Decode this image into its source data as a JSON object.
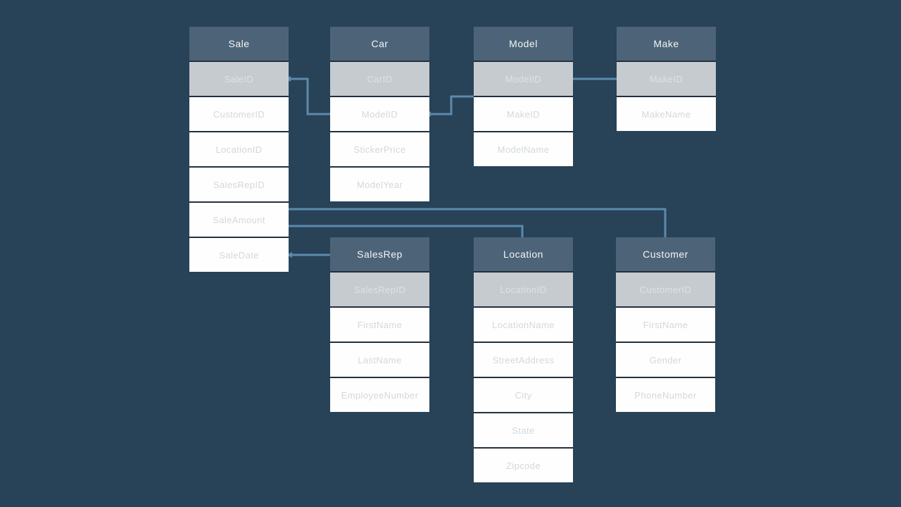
{
  "diagram": {
    "colors": {
      "background": "#284257",
      "table_header": "#4d6478",
      "primary_key_row": "#c6cbd0",
      "field_row": "#fefefe",
      "connector_line": "#5b8aad",
      "row_gap": "#22303d",
      "header_text": "#f2f5f7",
      "field_text": "#d3d8dc",
      "primary_key_text": "#dde2e6"
    },
    "tables": [
      {
        "name": "Sale",
        "fields": [
          {
            "label": "SaleID",
            "pk": true
          },
          {
            "label": "CustomerID",
            "pk": false
          },
          {
            "label": "LocationID",
            "pk": false
          },
          {
            "label": "SalesRepID",
            "pk": false
          },
          {
            "label": "SaleAmount",
            "pk": false
          },
          {
            "label": "SaleDate",
            "pk": false
          }
        ]
      },
      {
        "name": "Car",
        "fields": [
          {
            "label": "CarID",
            "pk": true
          },
          {
            "label": "ModelID",
            "pk": false
          },
          {
            "label": "StickerPrice",
            "pk": false
          },
          {
            "label": "ModelYear",
            "pk": false
          }
        ]
      },
      {
        "name": "Model",
        "fields": [
          {
            "label": "ModelID",
            "pk": true
          },
          {
            "label": "MakeID",
            "pk": false
          },
          {
            "label": "ModelName",
            "pk": false
          }
        ]
      },
      {
        "name": "Make",
        "fields": [
          {
            "label": "MakeID",
            "pk": true
          },
          {
            "label": "MakeName",
            "pk": false
          }
        ]
      },
      {
        "name": "SalesRep",
        "fields": [
          {
            "label": "SalesRepID",
            "pk": true
          },
          {
            "label": "FirstName",
            "pk": false
          },
          {
            "label": "LastName",
            "pk": false
          },
          {
            "label": "EmployeeNumber",
            "pk": false
          }
        ]
      },
      {
        "name": "Location",
        "fields": [
          {
            "label": "LocationID",
            "pk": true
          },
          {
            "label": "LocationName",
            "pk": false
          },
          {
            "label": "StreetAddress",
            "pk": false
          },
          {
            "label": "City",
            "pk": false
          },
          {
            "label": "State",
            "pk": false
          },
          {
            "label": "Zipcode",
            "pk": false
          }
        ]
      },
      {
        "name": "Customer",
        "fields": [
          {
            "label": "CustomerID",
            "pk": true
          },
          {
            "label": "FirstName",
            "pk": false
          },
          {
            "label": "Gender",
            "pk": false
          },
          {
            "label": "PhoneNumber",
            "pk": false
          }
        ]
      }
    ],
    "relationships": [
      {
        "id": "sale-car",
        "from": "Sale.SaleID",
        "to": "Car.ModelID"
      },
      {
        "id": "car-model",
        "from": "Car.ModelID",
        "to": "Model.ModelID"
      },
      {
        "id": "model-make",
        "from": "Model.ModelID",
        "to": "Make.MakeID"
      },
      {
        "id": "sale-customer",
        "from": "Sale",
        "to": "Customer"
      },
      {
        "id": "sale-location",
        "from": "Sale",
        "to": "Location"
      },
      {
        "id": "sale-salesrep",
        "from": "Sale.SaleDate",
        "to": "SalesRep"
      }
    ]
  }
}
